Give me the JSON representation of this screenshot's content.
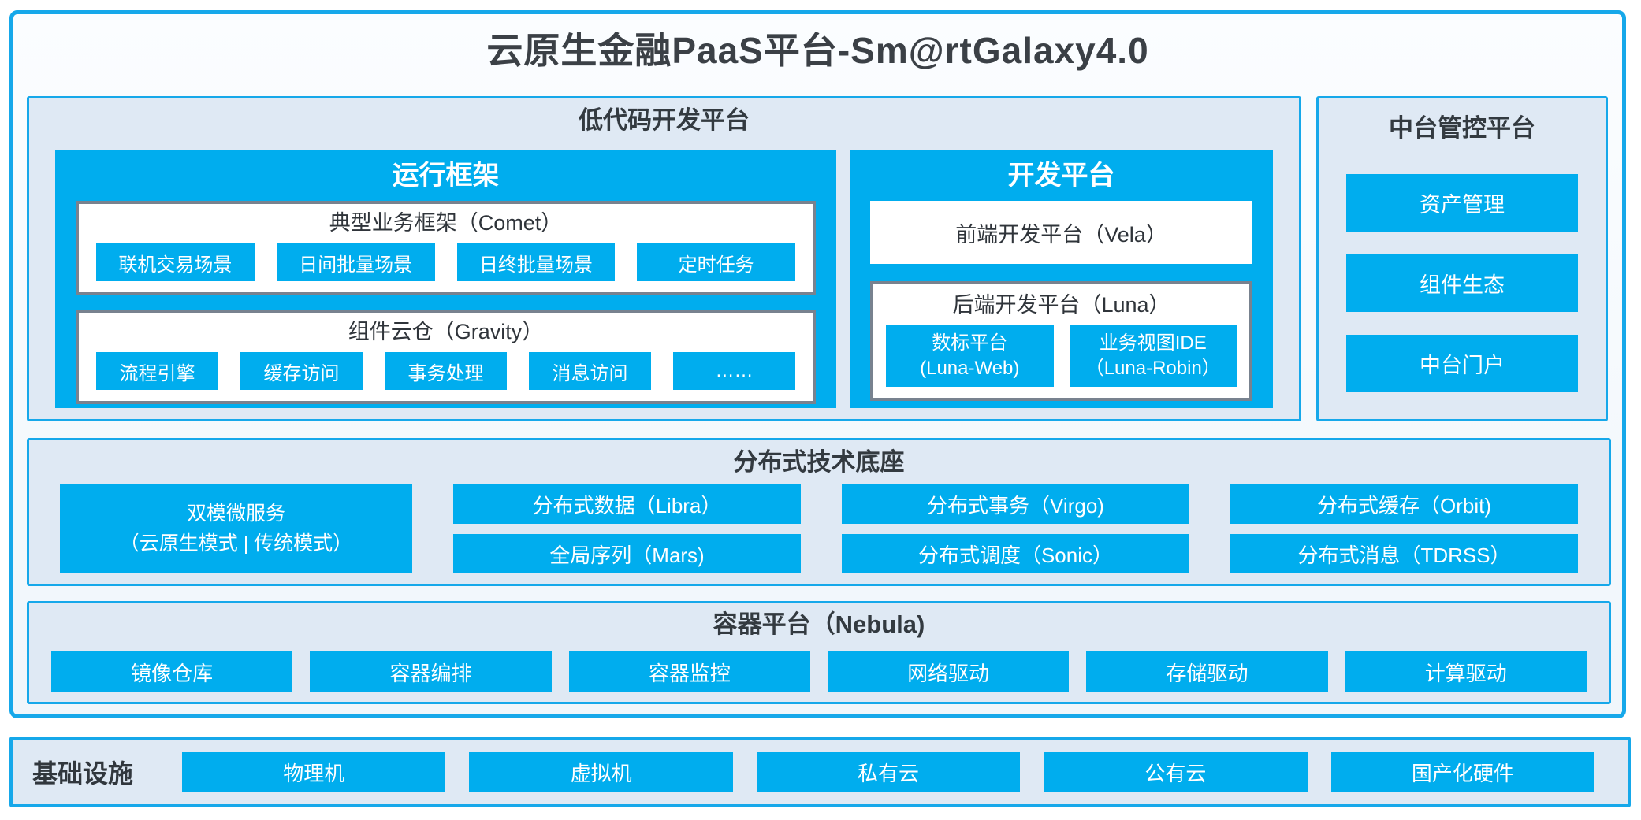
{
  "title": "云原生金融PaaS平台-Sm@rtGalaxy4.0",
  "colors": {
    "accent_blue": "#00adee",
    "border_blue": "#16a8ea",
    "panel_bg": "#dfe9f4",
    "gray_box_border": "#78828f",
    "dark_text": "#333a40"
  },
  "lowcode": {
    "header": "低代码开发平台",
    "runtime": {
      "title": "运行框架",
      "comet": {
        "title": "典型业务框架（Comet）",
        "items": [
          "联机交易场景",
          "日间批量场景",
          "日终批量场景",
          "定时任务"
        ]
      },
      "gravity": {
        "title": "组件云仓（Gravity）",
        "items": [
          "流程引擎",
          "缓存访问",
          "事务处理",
          "消息访问",
          "……"
        ]
      }
    },
    "dev": {
      "title": "开发平台",
      "vela": "前端开发平台（Vela）",
      "luna": {
        "title": "后端开发平台（Luna）",
        "items": [
          {
            "line1": "数标平台",
            "line2": "(Luna-Web)"
          },
          {
            "line1": "业务视图IDE",
            "line2": "（Luna-Robin）"
          }
        ]
      }
    }
  },
  "mgmt": {
    "header": "中台管控平台",
    "items": [
      "资产管理",
      "组件生态",
      "中台门户"
    ]
  },
  "dist": {
    "header": "分布式技术底座",
    "featured": {
      "line1": "双模微服务",
      "line2": "（云原生模式 | 传统模式）"
    },
    "columns": [
      [
        "分布式数据（Libra）",
        "全局序列（Mars)"
      ],
      [
        "分布式事务（Virgo)",
        "分布式调度（Sonic）"
      ],
      [
        "分布式缓存（Orbit)",
        "分布式消息（TDRSS）"
      ]
    ]
  },
  "container": {
    "header": "容器平台（Nebula)",
    "items": [
      "镜像仓库",
      "容器编排",
      "容器监控",
      "网络驱动",
      "存储驱动",
      "计算驱动"
    ]
  },
  "infra": {
    "label": "基础设施",
    "items": [
      "物理机",
      "虚拟机",
      "私有云",
      "公有云",
      "国产化硬件"
    ]
  }
}
